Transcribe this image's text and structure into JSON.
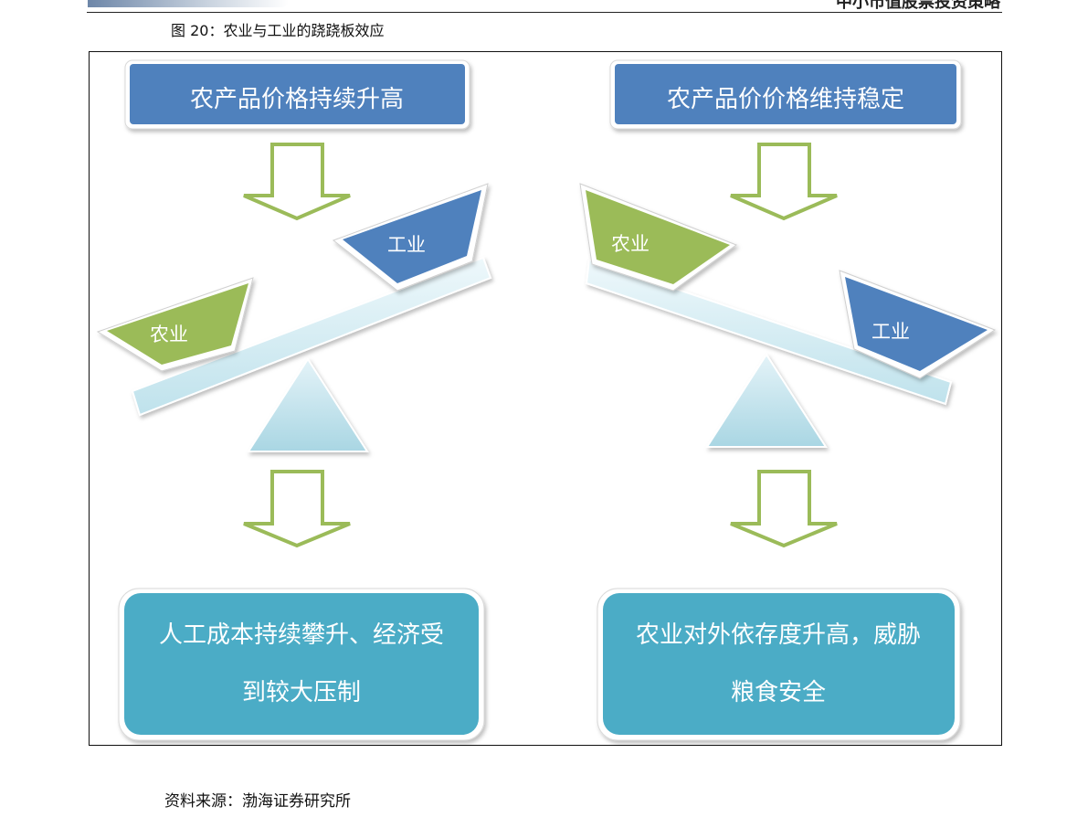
{
  "header": {
    "report_title": "中小市值股票投资策略",
    "figure_caption": "图 20：农业与工业的跷跷板效应"
  },
  "left": {
    "top_box": "农产品价格持续升高",
    "heavy_side": "农业",
    "light_side": "工业",
    "result_line1": "人工成本持续攀升、经济受",
    "result_line2": "到较大压制"
  },
  "right": {
    "top_box": "农产品价价格维持稳定",
    "light_side": "农业",
    "heavy_side": "工业",
    "result_line1": "农业对外依存度升高，威胁",
    "result_line2": "粮食安全"
  },
  "footer": {
    "source": "资料来源：渤海证券研究所"
  },
  "colors": {
    "blue_box": "#4f81bd",
    "teal_box": "#4bacc6",
    "green_bucket": "#9bbb59",
    "blue_bucket": "#4f81bd",
    "beam": "#d6eef6",
    "fulcrum": "#b6dde8",
    "arrow_outline": "#9bbb59"
  }
}
